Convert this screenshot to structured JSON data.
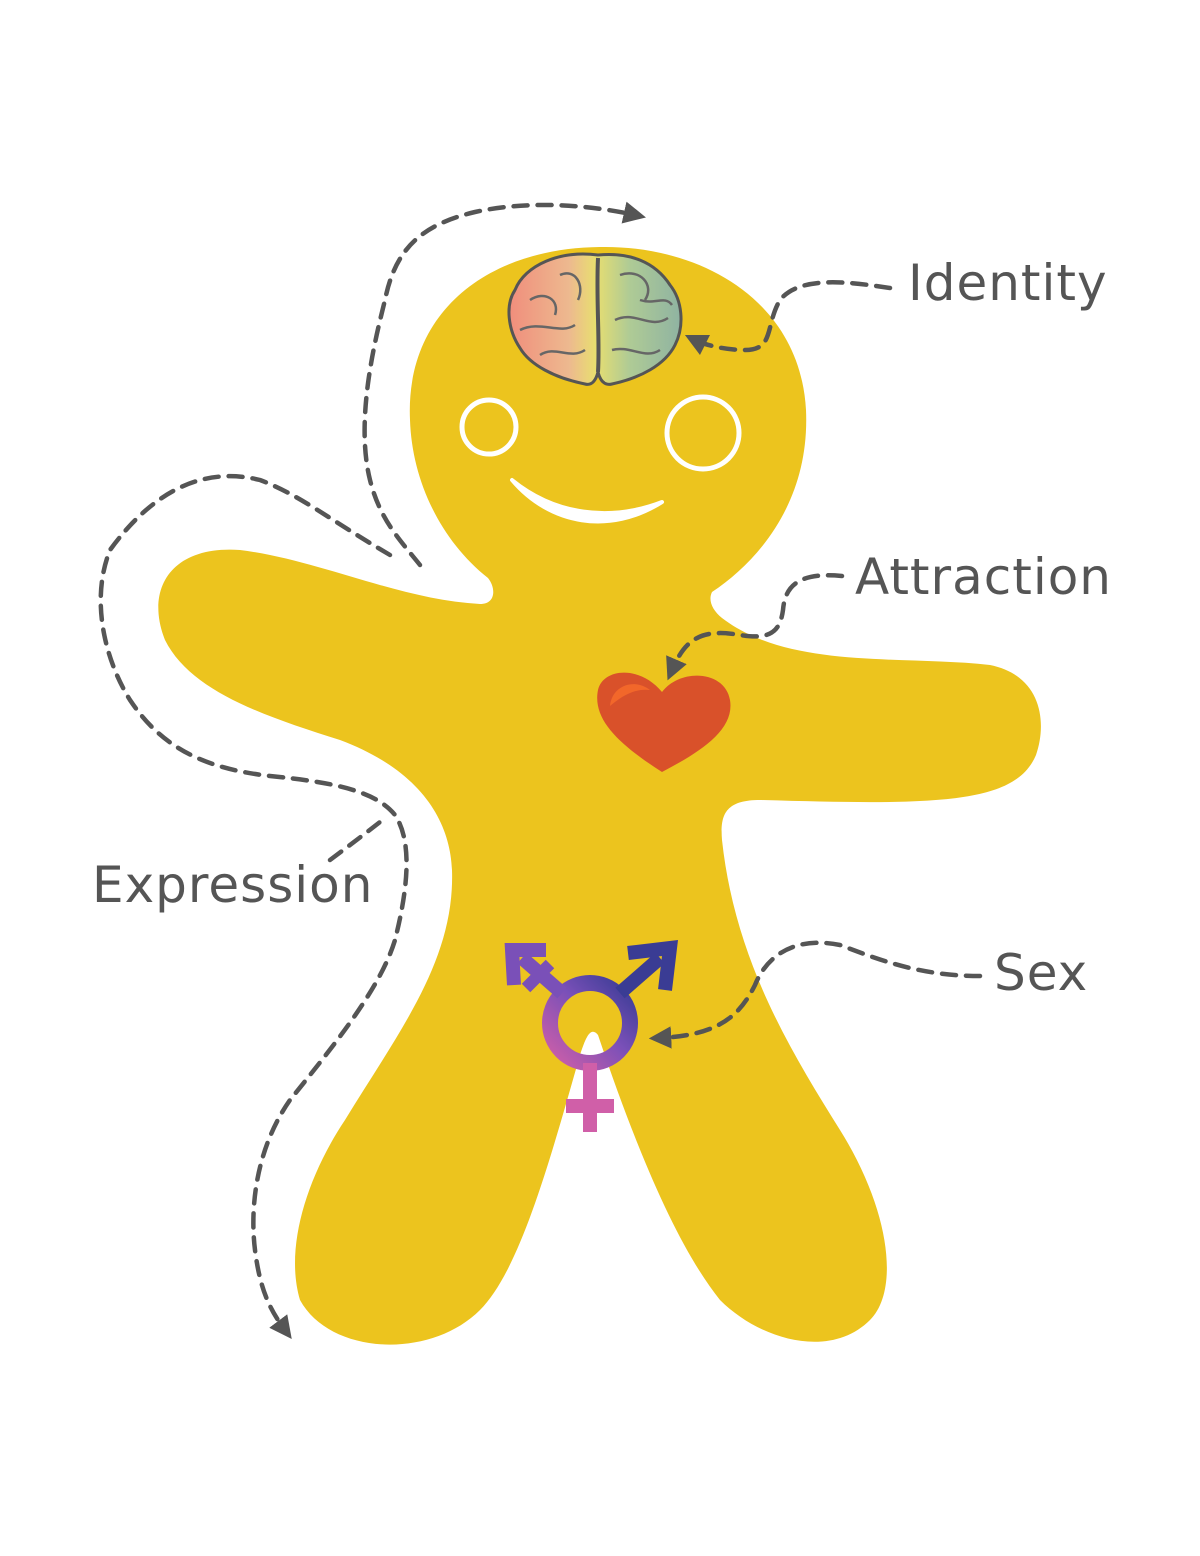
{
  "labels": {
    "identity": "Identity",
    "attraction": "Attraction",
    "sex": "Sex",
    "expression": "Expression"
  },
  "colors": {
    "body": "#ECC41E",
    "text": "#555555",
    "arrow": "#555555",
    "heart": "#D9512A",
    "heart_highlight": "#F2672A",
    "symbol_pink": "#D05FA8",
    "symbol_purple": "#7A50B8",
    "symbol_blue": "#3A3C94"
  },
  "icons": [
    "brain-icon",
    "heart-icon",
    "transgender-symbol-icon"
  ]
}
